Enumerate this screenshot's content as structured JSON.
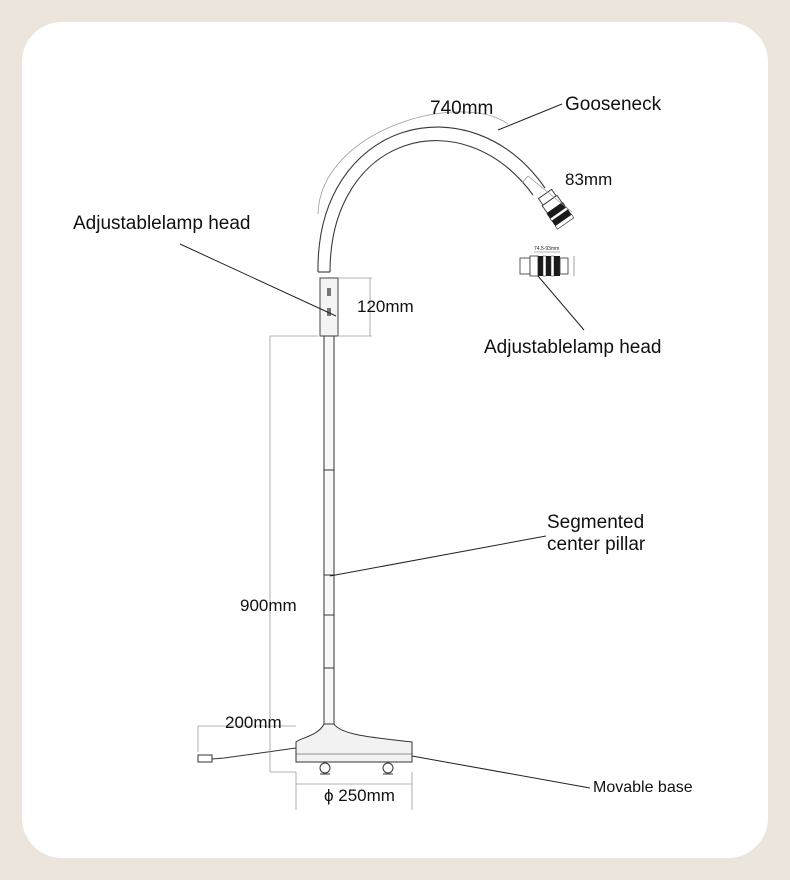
{
  "labels": {
    "gooseneck_length": "740mm",
    "gooseneck": "Gooseneck",
    "head_length": "83mm",
    "lamp_head_left": "Adjustablelamp head",
    "head_block_height": "120mm",
    "lamp_head_right": "Adjustablelamp head",
    "segmented_pillar": "Segmented\ncenter pillar",
    "pillar_height": "900mm",
    "cable_length": "200mm",
    "base_diameter": "ϕ 250mm",
    "movable_base": "Movable base",
    "lamp_head_inset_dim": "74.5-93mm"
  },
  "colors": {
    "background": "#ece5dc",
    "card": "#ffffff",
    "line": "#2b2b2b",
    "dimension": "#9a9a9a"
  }
}
